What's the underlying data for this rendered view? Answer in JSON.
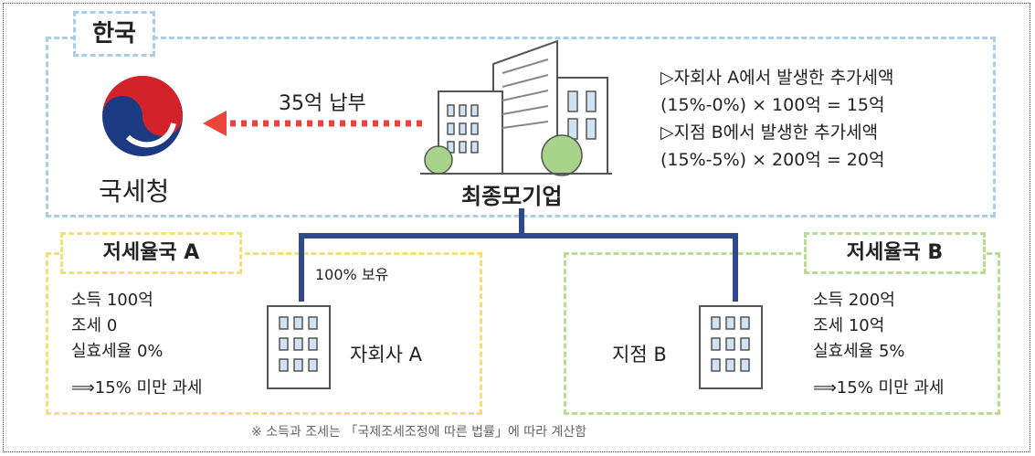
{
  "korea_label": "한국",
  "nts_label": "국세청",
  "payment_label": "35억 납부",
  "parent_label": "최종모기업",
  "calc": {
    "line1": "▷자회사 A에서 발생한 추가세액",
    "line2": "(15%-0%) × 100억 = 15억",
    "line3": "▷지점 B에서 발생한 추가세액",
    "line4": "(15%-5%) × 200억 = 20억"
  },
  "ownership_label": "100% 보유",
  "zone_a": {
    "title": "저세율국 A",
    "income": "소득 100억",
    "tax": "조세 0",
    "effective_rate": "실효세율 0%",
    "result": "⟹15% 미만 과세",
    "entity": "자회사 A"
  },
  "zone_b": {
    "title": "저세율국 B",
    "income": "소득 200억",
    "tax": "조세 10억",
    "effective_rate": "실효세율 5%",
    "result": "⟹15% 미만 과세",
    "entity": "지점 B"
  },
  "footnote": "※ 소득과 조세는 「국제조세조정에 따른 법률」에 따라 계산함",
  "colors": {
    "korea_border": "#a9cde6",
    "zone_a_border": "#f4de7a",
    "zone_b_border": "#b9dc94",
    "connector": "#2f4a8c",
    "arrow": "#e8453c"
  }
}
